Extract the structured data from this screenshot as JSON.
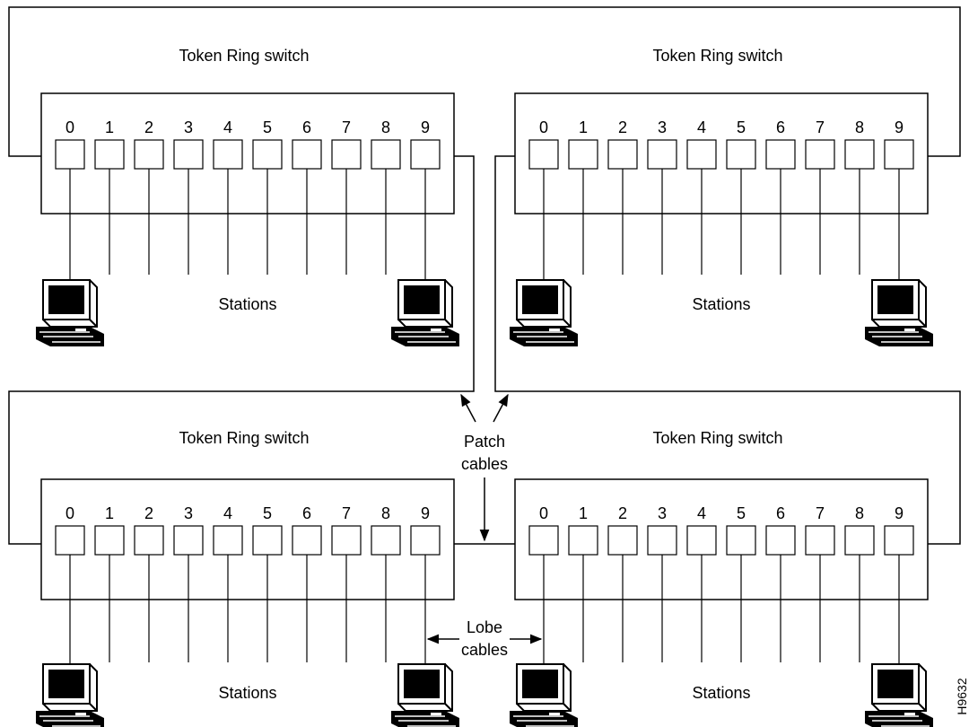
{
  "switches": [
    {
      "label": "Token Ring switch",
      "ports": [
        "0",
        "1",
        "2",
        "3",
        "4",
        "5",
        "6",
        "7",
        "8",
        "9"
      ],
      "stations_label": "Stations"
    },
    {
      "label": "Token Ring switch",
      "ports": [
        "0",
        "1",
        "2",
        "3",
        "4",
        "5",
        "6",
        "7",
        "8",
        "9"
      ],
      "stations_label": "Stations"
    },
    {
      "label": "Token Ring switch",
      "ports": [
        "0",
        "1",
        "2",
        "3",
        "4",
        "5",
        "6",
        "7",
        "8",
        "9"
      ],
      "stations_label": "Stations"
    },
    {
      "label": "Token Ring switch",
      "ports": [
        "0",
        "1",
        "2",
        "3",
        "4",
        "5",
        "6",
        "7",
        "8",
        "9"
      ],
      "stations_label": "Stations"
    }
  ],
  "annotations": {
    "patch_line1": "Patch",
    "patch_line2": "cables",
    "lobe_line1": "Lobe",
    "lobe_line2": "cables"
  },
  "figure_id": "H9632",
  "colors": {
    "line": "#000000",
    "background": "#ffffff",
    "screen": "#000000"
  },
  "icons": {
    "station": "computer-workstation-icon",
    "arrow": "arrow-icon"
  }
}
